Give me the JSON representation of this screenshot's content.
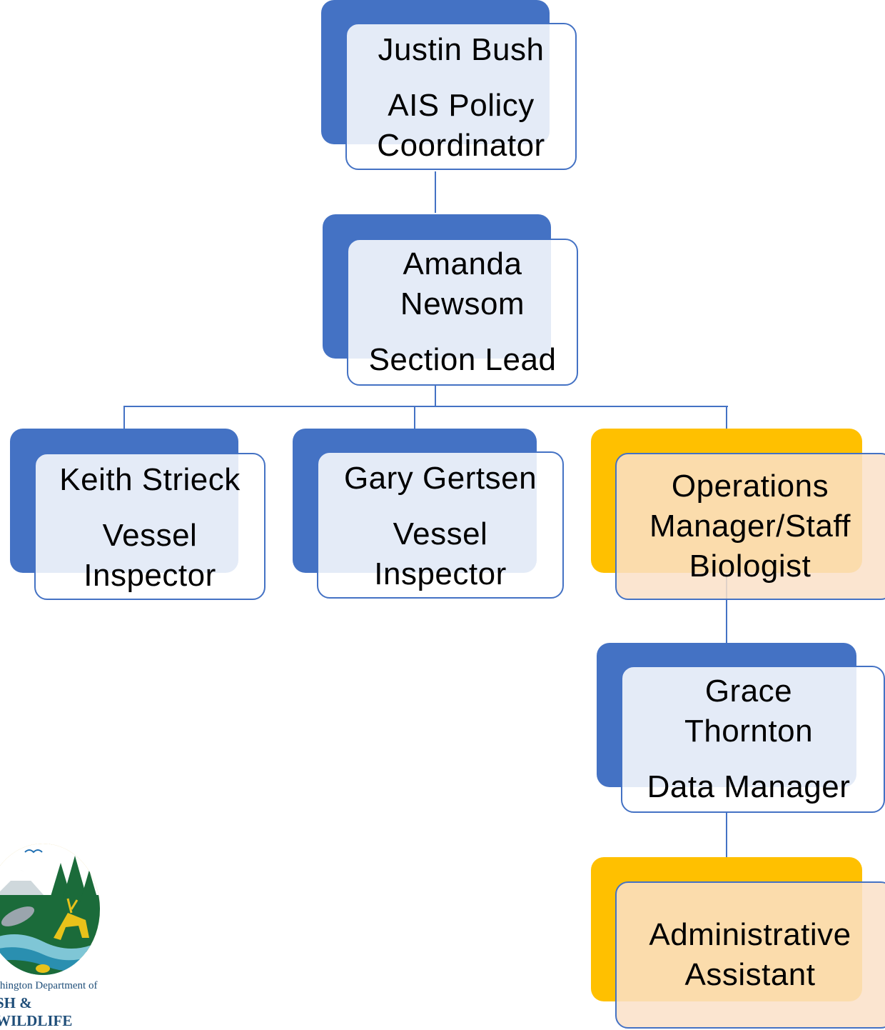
{
  "nodes": {
    "justin": {
      "lines": [
        "Justin Bush",
        "AIS Policy",
        "Coordinator"
      ]
    },
    "amanda": {
      "lines": [
        "Amanda",
        "Newsom",
        "Section Lead"
      ]
    },
    "keith": {
      "lines": [
        "Keith Strieck",
        "Vessel",
        "Inspector"
      ]
    },
    "gary": {
      "lines": [
        "Gary Gertsen",
        "Vessel",
        "Inspector"
      ]
    },
    "ops": {
      "lines": [
        "Operations",
        "Manager/Staff",
        "Biologist"
      ]
    },
    "grace": {
      "lines": [
        "Grace",
        "Thornton",
        "Data Manager"
      ]
    },
    "admin": {
      "lines": [
        "Administrative",
        "Assistant"
      ]
    }
  },
  "logo": {
    "line1": "shington Department of",
    "line2": "SH & WILDLIFE"
  },
  "colors": {
    "blue": "#4472c4",
    "orange": "#ffc000",
    "box_blue_fill": "#e9eef8",
    "box_orange_fill": "#f8e0c8"
  }
}
